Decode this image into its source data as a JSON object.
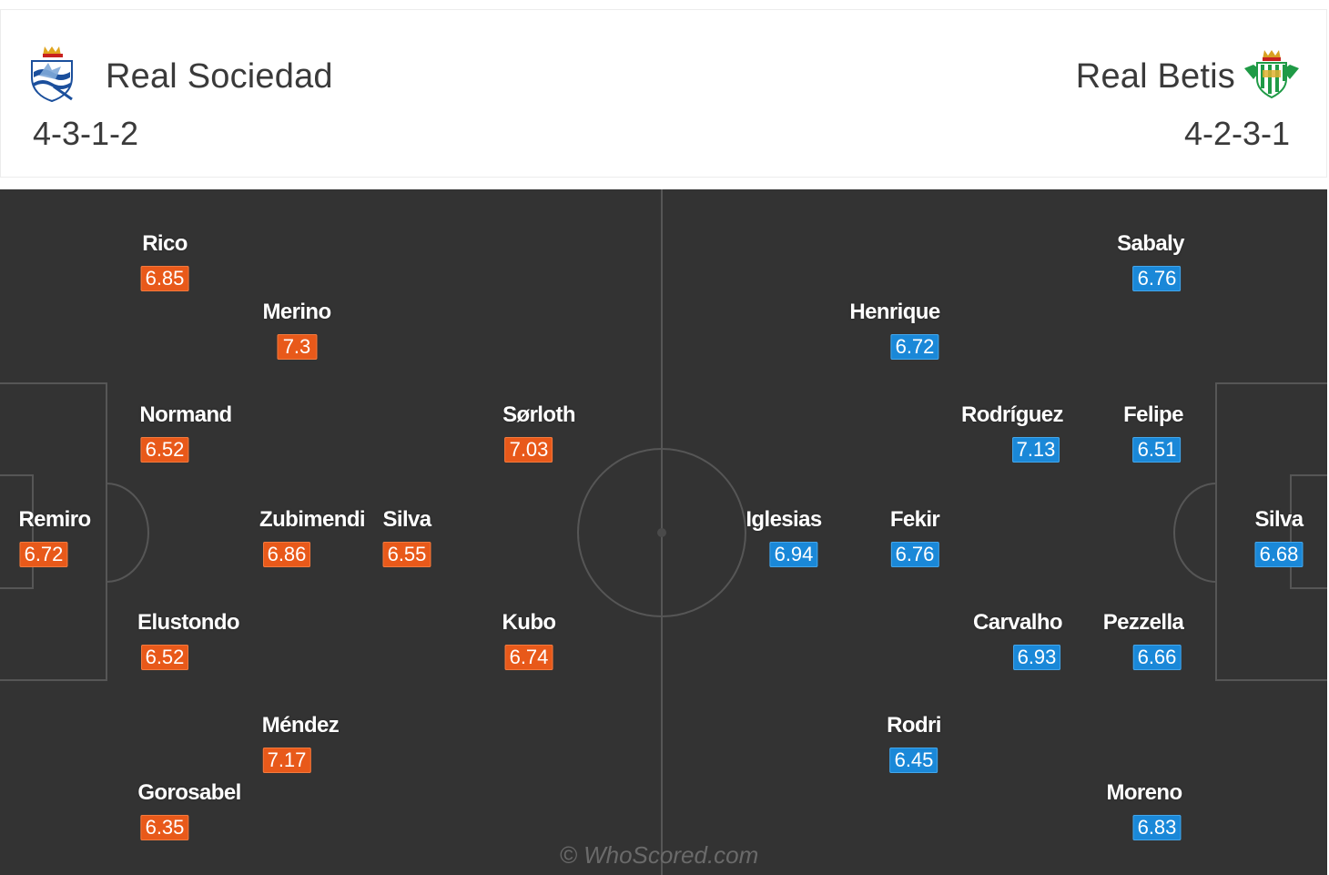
{
  "home": {
    "name": "Real Sociedad",
    "formation": "4-3-1-2",
    "crest_icon": "real-sociedad-crest-icon",
    "rating_color": "#e8591a",
    "players": [
      {
        "name": "Rico",
        "rating": "6.85"
      },
      {
        "name": "Merino",
        "rating": "7.3"
      },
      {
        "name": "Normand",
        "rating": "6.52"
      },
      {
        "name": "Sørloth",
        "rating": "7.03"
      },
      {
        "name": "Remiro",
        "rating": "6.72"
      },
      {
        "name": "Zubimendi",
        "rating": "6.86"
      },
      {
        "name": "Silva",
        "rating": "6.55"
      },
      {
        "name": "Elustondo",
        "rating": "6.52"
      },
      {
        "name": "Kubo",
        "rating": "6.74"
      },
      {
        "name": "Méndez",
        "rating": "7.17"
      },
      {
        "name": "Gorosabel",
        "rating": "6.35"
      }
    ]
  },
  "away": {
    "name": "Real Betis",
    "formation": "4-2-3-1",
    "crest_icon": "real-betis-crest-icon",
    "rating_color": "#1a88d8",
    "players": [
      {
        "name": "Sabaly",
        "rating": "6.76"
      },
      {
        "name": "Henrique",
        "rating": "6.72"
      },
      {
        "name": "Rodríguez",
        "rating": "7.13"
      },
      {
        "name": "Felipe",
        "rating": "6.51"
      },
      {
        "name": "Iglesias",
        "rating": "6.94"
      },
      {
        "name": "Fekir",
        "rating": "6.76"
      },
      {
        "name": "Silva",
        "rating": "6.68"
      },
      {
        "name": "Carvalho",
        "rating": "6.93"
      },
      {
        "name": "Pezzella",
        "rating": "6.66"
      },
      {
        "name": "Rodri",
        "rating": "6.45"
      },
      {
        "name": "Moreno",
        "rating": "6.83"
      }
    ]
  },
  "pitch": {
    "background": "#333333",
    "line_color": "#555555"
  },
  "watermark": "© WhoScored.com"
}
